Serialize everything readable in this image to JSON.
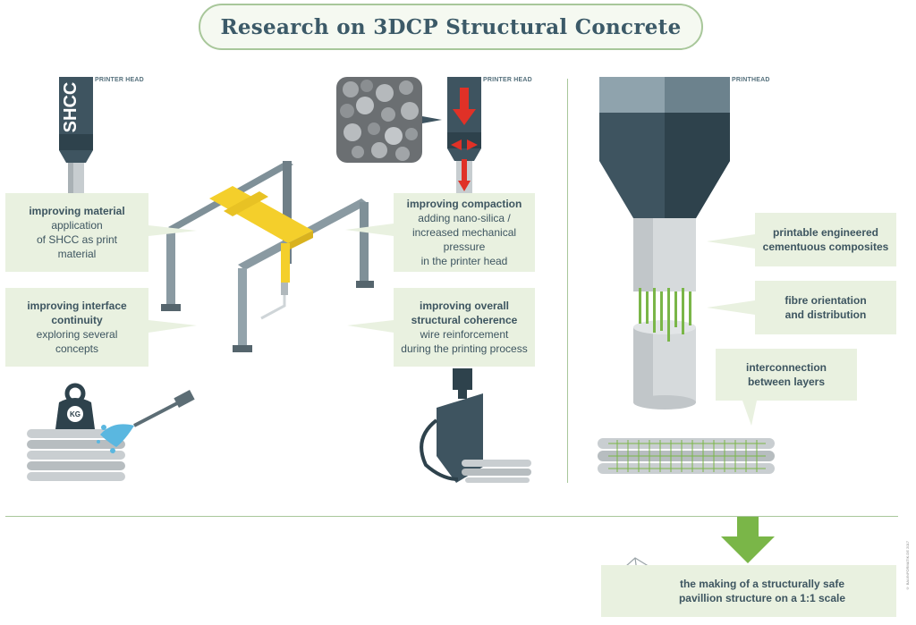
{
  "title": "Research on 3DCP Structural Concrete",
  "labels": {
    "printer_head_1": "PRINTER HEAD",
    "printer_head_2": "PRINTER HEAD",
    "printhead_3": "PRINTHEAD",
    "shcc": "SHCC",
    "kg": "KG"
  },
  "boxes": {
    "material": {
      "title": "improving material",
      "lines": [
        "application",
        "of SHCC as print",
        "material"
      ]
    },
    "interface": {
      "title_lines": [
        "improving interface",
        "continuity"
      ],
      "lines": [
        "exploring several",
        "concepts"
      ]
    },
    "compaction": {
      "title": "improving compaction",
      "lines": [
        "adding nano-silica /",
        "increased mechanical pressure",
        "in the printer head"
      ]
    },
    "coherence": {
      "title_lines": [
        "improving overall",
        "structural coherence"
      ],
      "lines": [
        "wire reinforcement",
        "during the printing process"
      ]
    },
    "engineered": {
      "title_lines": [
        "printable engineered",
        "cementuous composites"
      ]
    },
    "fibre": {
      "title_lines": [
        "fibre orientation",
        "and distribution"
      ]
    },
    "interconnection": {
      "title_lines": [
        "interconnection",
        "between layers"
      ]
    },
    "pavilion": {
      "title_lines": [
        "the making of a structurally safe",
        "pavillion structure on a 1:1 scale"
      ]
    }
  },
  "credit": "© BAUINFORMATIK.DE 2017",
  "colors": {
    "green_accent": "#7ab648",
    "box_bg": "#e9f1e0",
    "dark_slate": "#3e5460",
    "yellow": "#f4cf2b",
    "red": "#e03127",
    "water": "#5ab7e0"
  }
}
